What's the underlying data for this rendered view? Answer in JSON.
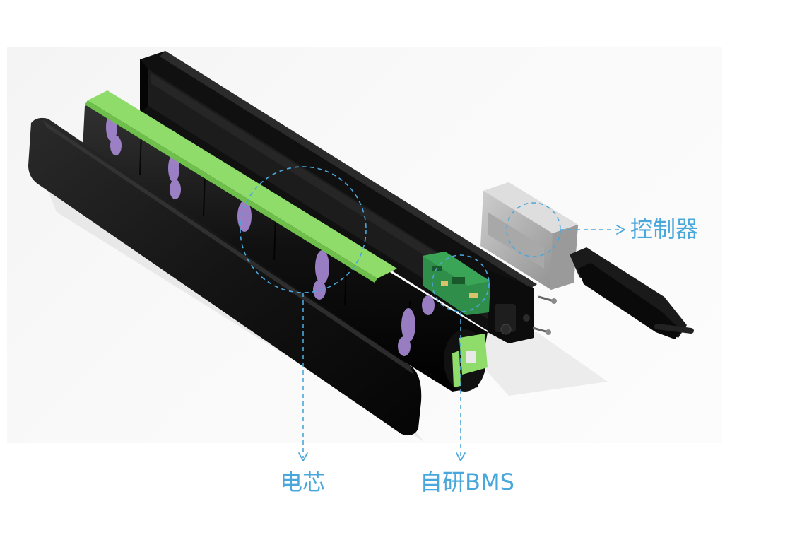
{
  "labels": {
    "cells": "电芯",
    "bms": "自研BMS",
    "controller": "控制器"
  },
  "colors": {
    "callout": "#4aa7dc",
    "housing": "#151515",
    "cell_strip": "#8fdc6a",
    "cell_ring": "#a98ad6",
    "pcb": "#2e8a45",
    "controller_body": "#b9b9b9"
  },
  "icons": {
    "arrow": "arrow-head-icon"
  }
}
